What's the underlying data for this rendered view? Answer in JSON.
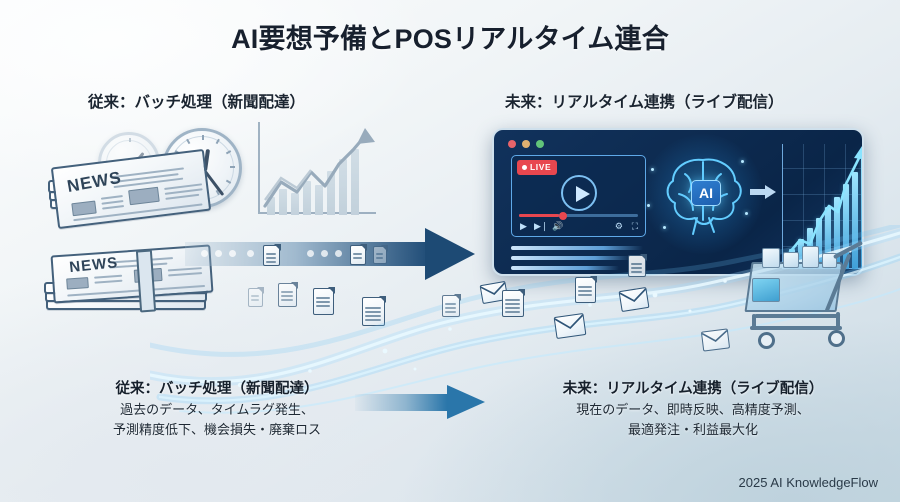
{
  "title": "AI要想予備とPOSリアルタイム連合",
  "headers": {
    "left": "従来：バッチ処理（新聞配達）",
    "right": "未来：リアルタイム連携（ライブ配信）"
  },
  "captions": {
    "left": {
      "title": "従来：バッチ処理（新聞配達）",
      "line1": "過去のデータ、タイムラグ発生、",
      "line2": "予測精度低下、機会損失・廃棄ロス"
    },
    "right": {
      "title": "未来：リアルタイム連携（ライブ配信）",
      "line1": "現在のデータ、即時反映、高精度予測、",
      "line2": "最適発注・利益最大化"
    }
  },
  "footer": "2025 AI KnowledgeFlow",
  "left_illustration": {
    "newspaper_label_top": "NEWS",
    "newspaper_label_bottom": "NEWS",
    "icons": [
      "clock-icon",
      "clock-icon",
      "newspaper-stack-icon",
      "line-chart-icon",
      "document-icon"
    ]
  },
  "right_illustration": {
    "window_dots": [
      "#e8646a",
      "#e0b070",
      "#62c47a"
    ],
    "live_badge": "LIVE",
    "ai_chip_label": "AI",
    "icons": [
      "play-button-icon",
      "brain-icon",
      "bar-chart-icon",
      "shopping-cart-icon",
      "envelope-icon",
      "document-icon"
    ]
  },
  "colors": {
    "title_text": "#17202e",
    "accent_blue": "#1d4a74",
    "glow_cyan": "#53c4ff",
    "live_red": "#e8474f",
    "panel_dark": "#0e2c52",
    "background_light": "#fbfcfd",
    "background_dark": "#c7d8e2"
  },
  "chart_data": [
    {
      "type": "bar",
      "title": "",
      "name": "legacy-trend-chart",
      "categories": [
        "1",
        "2",
        "3",
        "4",
        "5",
        "6",
        "7",
        "8",
        "9",
        "10"
      ],
      "values": [
        18,
        26,
        22,
        34,
        30,
        44,
        40,
        56,
        62,
        72
      ],
      "line_values": [
        14,
        30,
        22,
        38,
        32,
        50,
        44,
        62,
        70,
        86
      ],
      "xlabel": "",
      "ylabel": "",
      "ylim": [
        0,
        100
      ],
      "grid": false,
      "legend": "none"
    },
    {
      "type": "bar",
      "title": "",
      "name": "ai-forecast-chart",
      "categories": [
        "1",
        "2",
        "3",
        "4",
        "5",
        "6",
        "7",
        "8",
        "9"
      ],
      "values": [
        16,
        24,
        33,
        41,
        50,
        58,
        68,
        78,
        92
      ],
      "line_values": [
        20,
        30,
        26,
        44,
        52,
        48,
        66,
        80,
        96
      ],
      "xlabel": "",
      "ylabel": "",
      "ylim": [
        0,
        100
      ],
      "grid": true,
      "legend": "none"
    }
  ]
}
